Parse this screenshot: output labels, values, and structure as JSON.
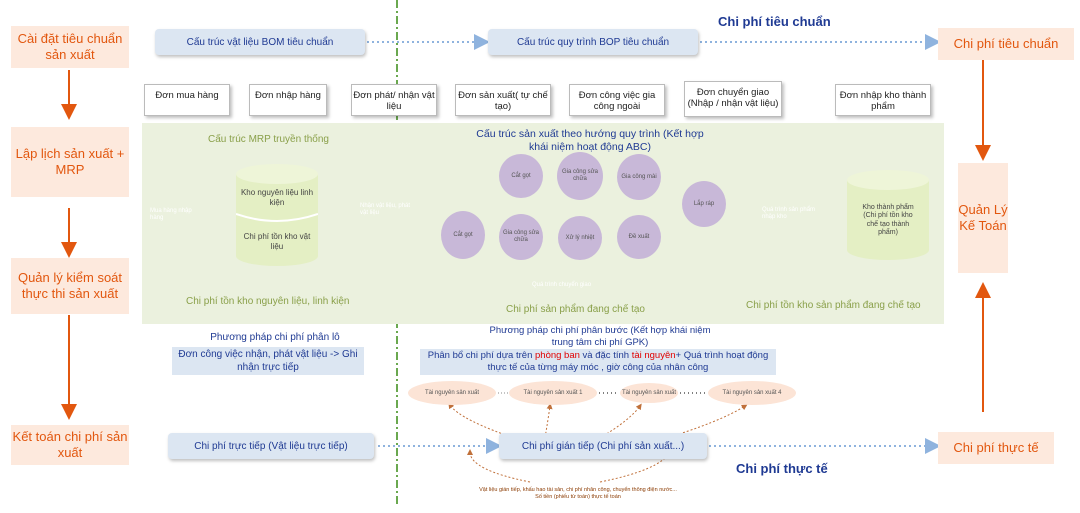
{
  "left_column": {
    "step1": "Cài đặt tiêu chuẩn sản xuất",
    "step2": "Lập lịch sản xuất + MRP",
    "step3": "Quản lý kiểm soát thực thi sản xuất",
    "step4": "Kết toán chi phí sản xuất"
  },
  "right_column": {
    "standard_cost": "Chi phí tiêu chuẩn",
    "accounting": "Quản Lý Kế Toán",
    "actual_cost": "Chi phí thực tế"
  },
  "top": {
    "bom": "Cấu trúc vật liệu BOM tiêu chuẩn",
    "bop": "Cấu trúc quy trình BOP tiêu chuẩn",
    "heading_standard": "Chi phí tiêu chuẩn"
  },
  "documents": [
    "Đơn mua hàng",
    "Đơn nhập hàng",
    "Đơn phát/ nhận vật liệu",
    "Đơn sản xuất( tự chế tạo)",
    "Đơn công việc gia công ngoài",
    "Đơn chuyển giao (Nhập / nhận vật liệu)",
    "Đơn nhập kho thành phẩm"
  ],
  "middle": {
    "mrp_title": "Cấu trúc MRP truyền thống",
    "process_title": "Cấu trúc sản xuất theo hướng quy trình (Kết hợp khái niệm hoạt động ABC)",
    "arrow_purchase": "Mua hàng nhập hàng",
    "cyl1_top": "Kho nguyên liệu linh kiện",
    "cyl1_bottom": "Chi phí tồn kho vật liệu",
    "arrow_issue": "Nhận vật liệu, phát vật liệu",
    "node_cut1": "Cắt gọt",
    "node_machining1": "Gia công sửa chữa",
    "node_machining2": "Gia công mài",
    "node_cut2": "Cắt gọt",
    "node_machining3": "Gia công sửa chữa",
    "node_heat": "Xử lý nhiệt",
    "node_check": "Đề xuất",
    "node_assembly": "Lắp ráp",
    "arrow_transfer": "Quá trình chuyển giao",
    "arrow_finished": "Quá trình sản phẩm nhập kho",
    "cyl2_text": "Kho thành phẩm (Chi phí tồn kho chế tạo thành phẩm)",
    "label_material_inv": "Chi phí tồn kho nguyên liệu, linh kiện",
    "label_wip": "Chi phí sản phẩm đang chế tạo",
    "label_fg_inv": "Chi phí tồn kho sản phẩm đang chế tạo"
  },
  "lower": {
    "job_method": "Phương pháp chi phí phân lô",
    "job_box": "Đơn công việc nhận, phát vật liệu -> Ghi nhận trực tiếp",
    "process_method": "Phương pháp chi phí phân bước (Kết hợp khái niệm trung tâm chi phí GPK)",
    "alloc_part1": "Phân bổ chi phí dựa trên ",
    "alloc_red1": "phòng ban",
    "alloc_part2": " và đặc tính ",
    "alloc_red2": "tài nguyên",
    "alloc_part3": "+ Quá trình hoạt động thực tế của từng máy móc , giờ công của nhân công",
    "ell1": "Tài nguyên sản xuất",
    "ell2": "Tài nguyên sản xuất 1",
    "ell3": "Tài nguyên sản xuất",
    "ell4": "Tài nguyên sản xuất 4",
    "direct_cost": "Chi phí trực tiếp (Vật liệu trực tiếp)",
    "indirect_cost": "Chi phí gián tiếp (Chi phí sản xuất...)",
    "heading_actual": "Chi phí thực tế",
    "footnote1": "Vật liệu gián tiếp, khấu hao tài sản, chi phí nhân công, chuyển thông điện nước...",
    "footnote2": "Số tiền (phiếu từ toán) thực tế toán"
  },
  "colors": {
    "peach_bg": "#fde9dd",
    "orange": "#e2570f",
    "navy": "#1f3a93",
    "green_bg": "#ebf1de",
    "purple": "#c8b8d8"
  }
}
